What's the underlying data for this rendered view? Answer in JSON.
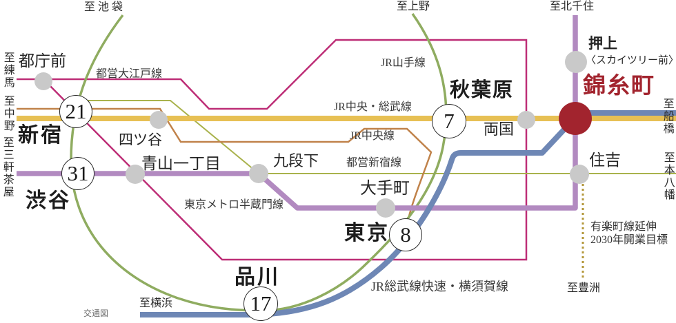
{
  "diagram": {
    "caption": "交通図",
    "colors": {
      "chuo_sobu": "#e7c054",
      "chuo": "#c0824a",
      "yamanote": "#8fac60",
      "toei_shinjuku": "#a9b24c",
      "oedo": "#bd2d76",
      "hanzomon": "#b28ac0",
      "sobu_rapid": "#6e87b5",
      "yurakucho_ext": "#b3973a",
      "station_dot": "#c9c9c9",
      "kinshicho_red": "#a2242e"
    },
    "line_labels": {
      "oedo": "都営大江戸線",
      "yamanote": "JR山手線",
      "chuo_sobu": "JR中央・総武線",
      "chuo": "JR中央線",
      "toei_shinjuku": "都営新宿線",
      "hanzomon": "東京メトロ半蔵門線",
      "sobu_rapid": "JR総武線快速・横須賀線"
    },
    "stations": {
      "tochomae": {
        "name": "都庁前"
      },
      "shinjuku": {
        "name": "新宿",
        "minutes": "21"
      },
      "yotsuya": {
        "name": "四ツ谷"
      },
      "aoyama_itchome": {
        "name": "青山一丁目"
      },
      "shibuya": {
        "name": "渋谷",
        "minutes": "31"
      },
      "kudanshita": {
        "name": "九段下"
      },
      "otemachi": {
        "name": "大手町"
      },
      "tokyo": {
        "name": "東京",
        "minutes": "8"
      },
      "shinagawa": {
        "name": "品川",
        "minutes": "17"
      },
      "akihabara": {
        "name": "秋葉原",
        "minutes": "7"
      },
      "ryogoku": {
        "name": "両国"
      },
      "kinshicho": {
        "name": "錦糸町"
      },
      "oshiage": {
        "name": "押上",
        "subtitle": "〈スカイツリー前〉"
      },
      "sumiyoshi": {
        "name": "住吉"
      }
    },
    "directions": {
      "ikebukuro": "至池袋",
      "ueno": "至上野",
      "kitasenju": "至北千住",
      "nerima": "至練馬",
      "nakano": "至中野",
      "sangenjaya": "至三軒茶屋",
      "yokohama": "至横浜",
      "toyosu": "至豊洲",
      "funabashi": "至船橋",
      "motoyawata": "至本八幡"
    },
    "note": {
      "line1": "有楽町線延伸",
      "line2": "2030年開業目標"
    }
  }
}
